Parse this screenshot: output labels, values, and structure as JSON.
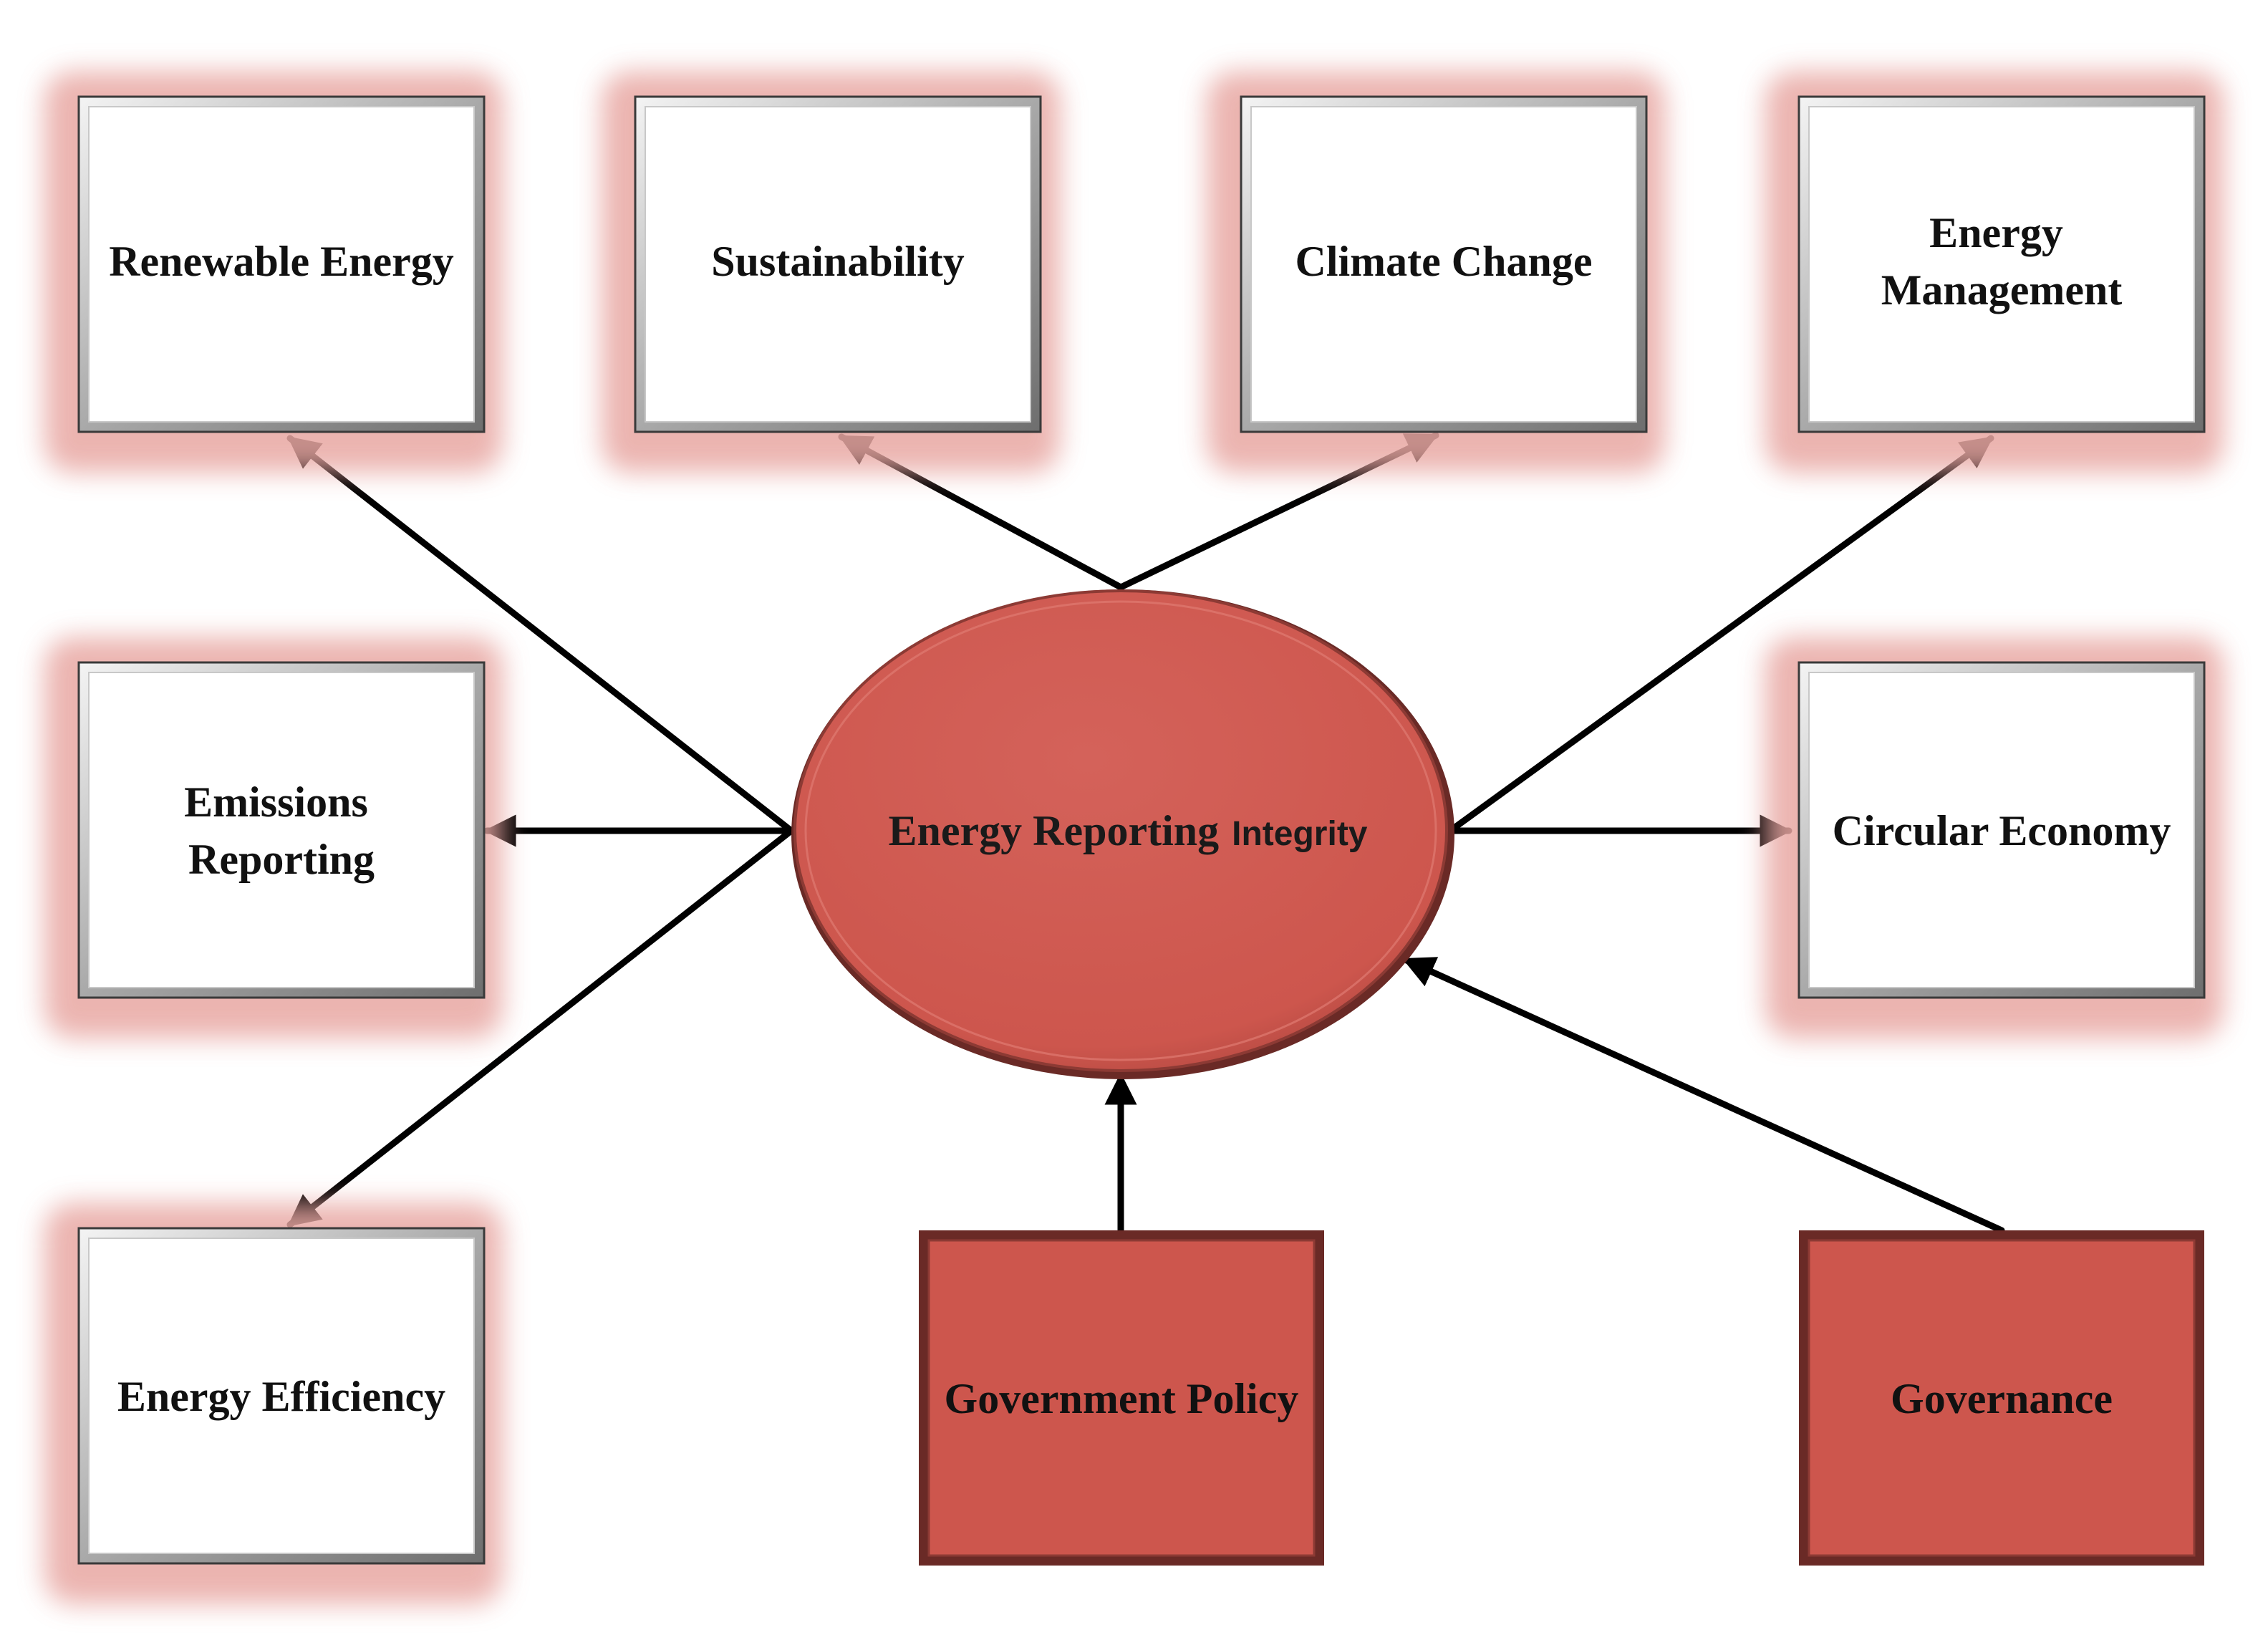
{
  "diagram": {
    "center": {
      "label_main": "Energy Reporting",
      "label_sub": "Integrity"
    },
    "outcome_nodes": {
      "renewable_energy": [
        "Renewable Energy"
      ],
      "sustainability": [
        "Sustainability"
      ],
      "climate_change": [
        "Climate Change"
      ],
      "energy_management": [
        "Energy",
        "Management"
      ],
      "emissions_reporting": [
        "Emissions",
        "Reporting"
      ],
      "circular_economy": [
        "Circular Economy"
      ],
      "energy_efficiency": [
        "Energy Efficiency"
      ]
    },
    "driver_nodes": {
      "government_policy": [
        "Government Policy"
      ],
      "governance": [
        "Governance"
      ]
    },
    "colors": {
      "driver_fill": "#cd564d",
      "center_fill": "#cd564d",
      "glow": "#e8a7a3",
      "arrow": "#000000",
      "box_fill": "#ffffff"
    }
  }
}
